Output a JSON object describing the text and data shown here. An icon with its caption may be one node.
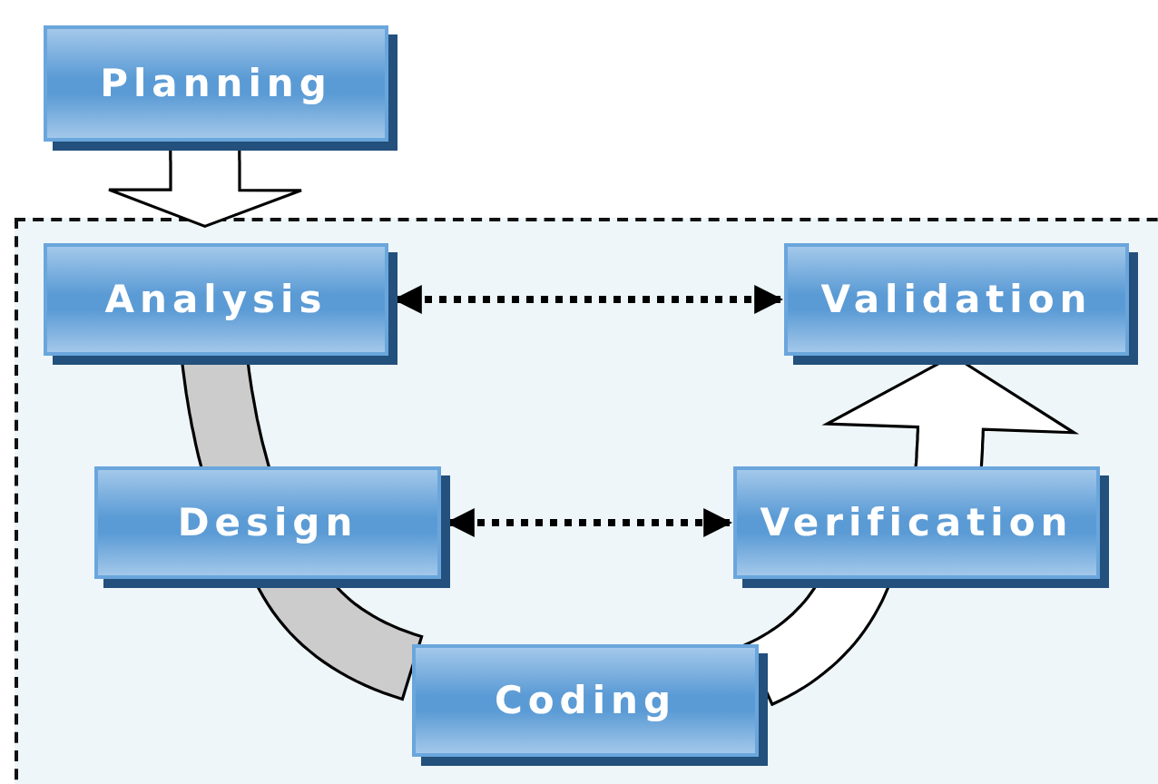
{
  "diagram": {
    "nodes": [
      {
        "text": [
          "Planning"
        ]
      },
      {
        "text": [],
        "shape": "box"
      },
      {
        "text": [
          "Analysis"
        ],
        "in": 1
      },
      {
        "text": [
          "Validation"
        ],
        "in": 1
      },
      {
        "text": [
          "Design"
        ],
        "in": 1
      },
      {
        "text": [
          "Verification"
        ],
        "in": 1
      },
      {
        "text": [
          "Coding"
        ],
        "in": 1
      }
    ],
    "edges": [
      {
        "from": 0,
        "to": 2,
        "arrow": "to",
        "style": "thick",
        "color": "#ffffff"
      },
      {
        "from": 2,
        "to": 3,
        "arrow": "both",
        "style": "dashed"
      },
      {
        "from": 4,
        "to": 5,
        "arrow": "both",
        "style": "dashed"
      },
      {
        "from": 2,
        "to": 4,
        "arrow": "none",
        "style": "thick",
        "color": "#cccccc"
      },
      {
        "from": 4,
        "to": 6,
        "arrow": "none",
        "style": "thick",
        "color": "#cccccc"
      },
      {
        "from": 6,
        "to": 5,
        "arrow": "none",
        "style": "thick",
        "color": "#ffffff"
      },
      {
        "from": 5,
        "to": 3,
        "arrow": "to",
        "style": "thick",
        "color": "#ffffff"
      }
    ]
  }
}
